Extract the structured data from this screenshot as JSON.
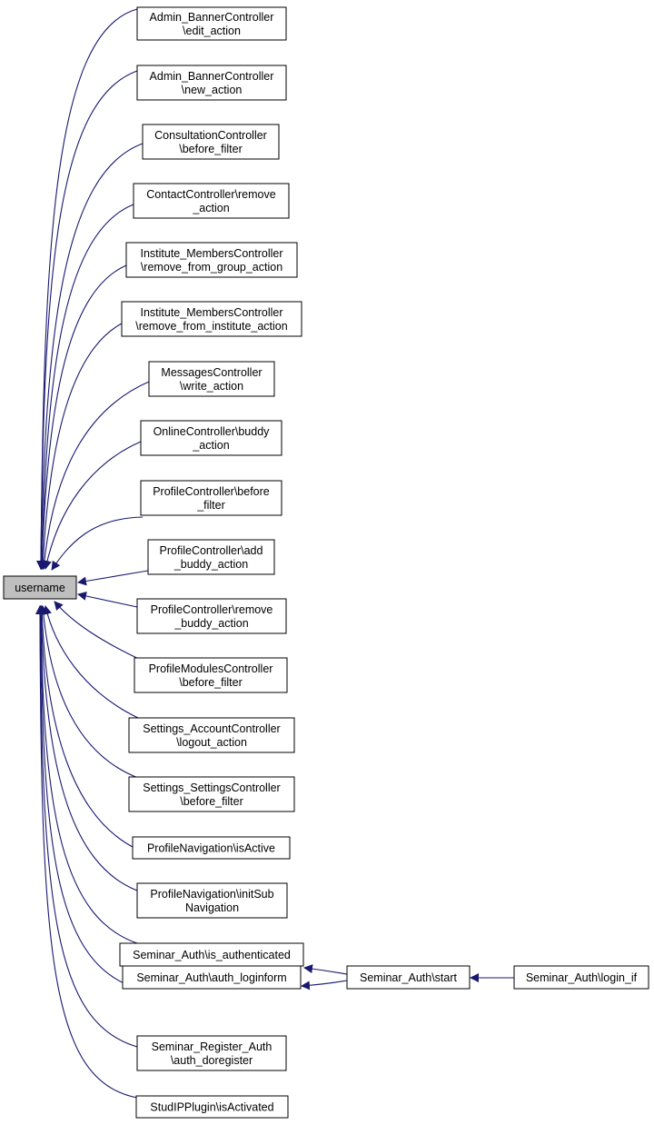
{
  "colors": {
    "edge": "#191970",
    "node_border": "#000000",
    "node_fill": "#ffffff",
    "focus_fill": "#bfbfbf"
  },
  "nodes": [
    {
      "id": "username",
      "label": [
        "username"
      ],
      "focus": true
    },
    {
      "id": "n1",
      "label": [
        "Admin_BannerController",
        "\\edit_action"
      ]
    },
    {
      "id": "n2",
      "label": [
        "Admin_BannerController",
        "\\new_action"
      ]
    },
    {
      "id": "n3",
      "label": [
        "ConsultationController",
        "\\before_filter"
      ]
    },
    {
      "id": "n4",
      "label": [
        "ContactController\\remove",
        "_action"
      ]
    },
    {
      "id": "n5",
      "label": [
        "Institute_MembersController",
        "\\remove_from_group_action"
      ]
    },
    {
      "id": "n6",
      "label": [
        "Institute_MembersController",
        "\\remove_from_institute_action"
      ]
    },
    {
      "id": "n7",
      "label": [
        "MessagesController",
        "\\write_action"
      ]
    },
    {
      "id": "n8",
      "label": [
        "OnlineController\\buddy",
        "_action"
      ]
    },
    {
      "id": "n9",
      "label": [
        "ProfileController\\before",
        "_filter"
      ]
    },
    {
      "id": "n10",
      "label": [
        "ProfileController\\add",
        "_buddy_action"
      ]
    },
    {
      "id": "n11",
      "label": [
        "ProfileController\\remove",
        "_buddy_action"
      ]
    },
    {
      "id": "n12",
      "label": [
        "ProfileModulesController",
        "\\before_filter"
      ]
    },
    {
      "id": "n13",
      "label": [
        "Settings_AccountController",
        "\\logout_action"
      ]
    },
    {
      "id": "n14",
      "label": [
        "Settings_SettingsController",
        "\\before_filter"
      ]
    },
    {
      "id": "n15",
      "label": [
        "ProfileNavigation\\isActive"
      ]
    },
    {
      "id": "n16",
      "label": [
        "ProfileNavigation\\initSub",
        "Navigation"
      ]
    },
    {
      "id": "n17",
      "label": [
        "Seminar_Auth\\is_authenticated"
      ]
    },
    {
      "id": "n18",
      "label": [
        "Seminar_Auth\\auth_loginform"
      ]
    },
    {
      "id": "n19",
      "label": [
        "Seminar_Register_Auth",
        "\\auth_doregister"
      ]
    },
    {
      "id": "n20",
      "label": [
        "StudIPPlugin\\isActivated"
      ]
    },
    {
      "id": "start",
      "label": [
        "Seminar_Auth\\start"
      ]
    },
    {
      "id": "login_if",
      "label": [
        "Seminar_Auth\\login_if"
      ]
    }
  ],
  "edges": [
    {
      "from": "n1",
      "to": "username"
    },
    {
      "from": "n2",
      "to": "username"
    },
    {
      "from": "n3",
      "to": "username"
    },
    {
      "from": "n4",
      "to": "username"
    },
    {
      "from": "n5",
      "to": "username"
    },
    {
      "from": "n6",
      "to": "username"
    },
    {
      "from": "n7",
      "to": "username"
    },
    {
      "from": "n8",
      "to": "username"
    },
    {
      "from": "n9",
      "to": "username"
    },
    {
      "from": "n10",
      "to": "username"
    },
    {
      "from": "n11",
      "to": "username"
    },
    {
      "from": "n12",
      "to": "username"
    },
    {
      "from": "n13",
      "to": "username"
    },
    {
      "from": "n14",
      "to": "username"
    },
    {
      "from": "n15",
      "to": "username"
    },
    {
      "from": "n16",
      "to": "username"
    },
    {
      "from": "n17",
      "to": "username"
    },
    {
      "from": "n18",
      "to": "username"
    },
    {
      "from": "n19",
      "to": "username"
    },
    {
      "from": "n20",
      "to": "username"
    },
    {
      "from": "start",
      "to": "n17"
    },
    {
      "from": "start",
      "to": "n18"
    },
    {
      "from": "login_if",
      "to": "start"
    }
  ]
}
